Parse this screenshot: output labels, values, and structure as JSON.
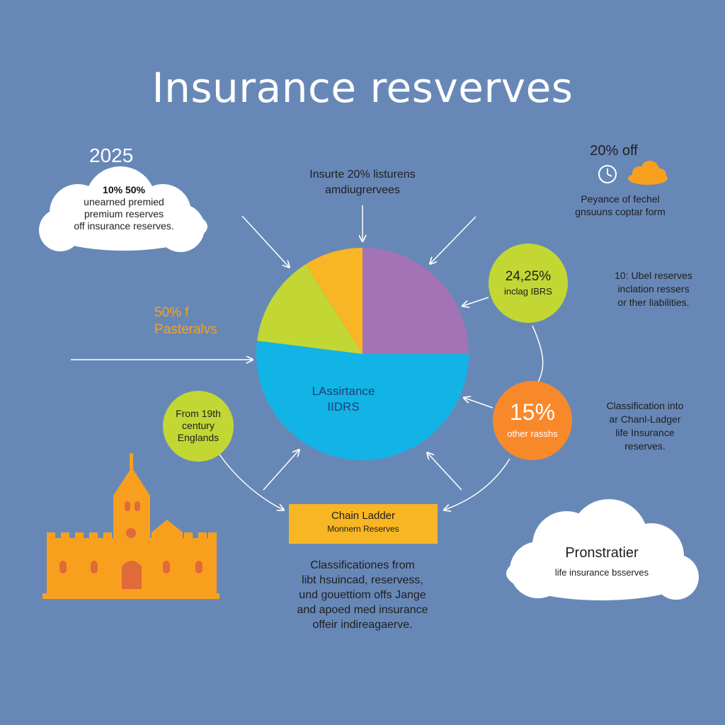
{
  "title": "Insurance resverves",
  "top_left": {
    "year": "2025",
    "cloud_lines": [
      "10% 50%",
      "unearned premied",
      "premium reserves",
      "off insurance reserves."
    ]
  },
  "top_center_lines": [
    "Insurte 20% listurens",
    "amdiugrervees"
  ],
  "top_right": {
    "heading": "20% off",
    "lines": [
      "Peyance of fechel",
      "gnsuuns coptar form"
    ]
  },
  "left_label": {
    "lines": [
      "50% f",
      "Pasteralvs"
    ]
  },
  "pie": {
    "center_lines": [
      "LAssirtance",
      "IIDRS"
    ],
    "slices": [
      {
        "fraction": 0.25,
        "color": "#a473b5"
      },
      {
        "fraction": 0.52,
        "color": "#12b4e5"
      },
      {
        "fraction": 0.14,
        "color": "#c2d734"
      },
      {
        "fraction": 0.09,
        "color": "#f8b524"
      }
    ]
  },
  "green_circle_right": {
    "lines": [
      "24,25%",
      "inclag IBRS"
    ]
  },
  "right_text_1": [
    "10: Ubel reserves",
    "inclation ressers",
    "or ther liabilities."
  ],
  "orange_circle": {
    "lines": [
      "15%",
      "other rasshs"
    ]
  },
  "right_text_2": [
    "Classification into",
    "ar Chanl-Ladger",
    "life Insurance",
    "reserves."
  ],
  "green_circle_left": {
    "lines": [
      "From 19th",
      "century",
      "Englands"
    ]
  },
  "chain_box": {
    "lines": [
      "Chain Ladder",
      "Monnern Reserves"
    ]
  },
  "bottom_center_lines": [
    "Classificationes from",
    "libt hsuincad, reservess,",
    "und gouettiom offs Jange",
    "and apoed med insurance",
    "offeir indireagaerve."
  ],
  "bottom_right_cloud": {
    "lines": [
      "Pronstratier",
      "life insurance bsserves"
    ]
  },
  "colors": {
    "background": "#6788b7",
    "orange": "#f8a01e",
    "green": "#c2d734",
    "purple": "#a473b5",
    "blue": "#12b4e5",
    "yellow": "#f8b524"
  }
}
